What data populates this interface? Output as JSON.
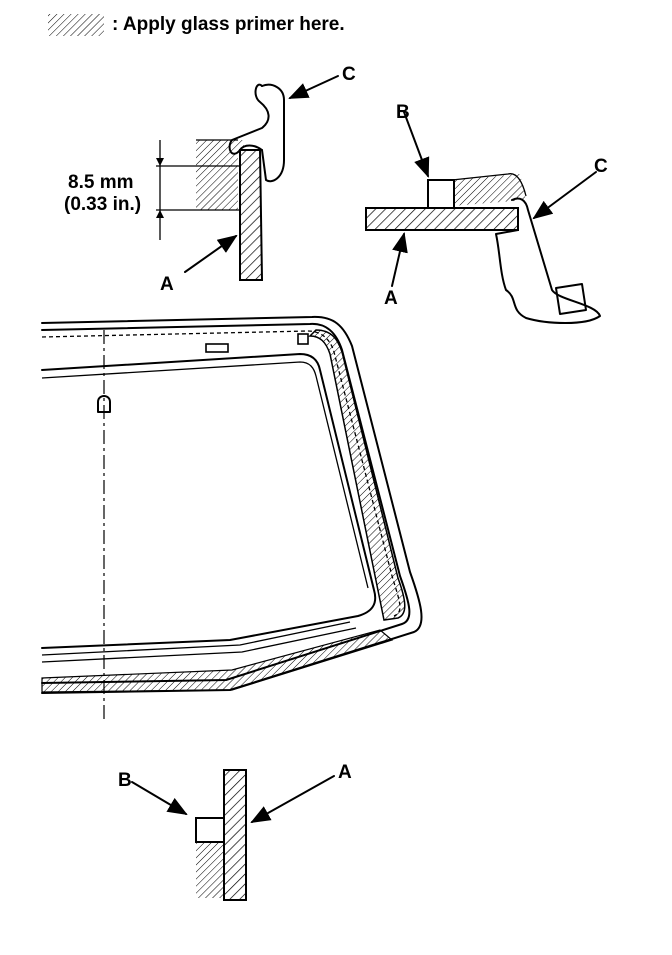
{
  "legend": {
    "text": ": Apply glass primer here."
  },
  "labels": {
    "a": "A",
    "b": "B",
    "c": "C"
  },
  "dimension": {
    "metric": "8.5 mm",
    "imperial": "(0.33 in.)"
  }
}
